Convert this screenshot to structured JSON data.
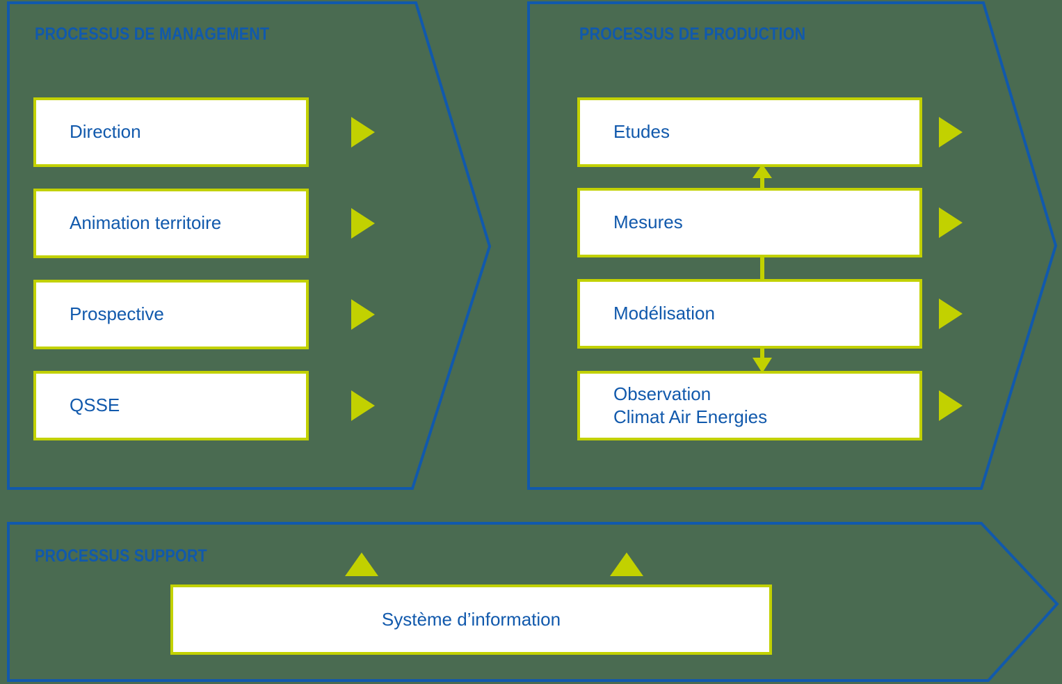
{
  "theme": {
    "background": "#4a6b51",
    "outline_blue": "#1159ac",
    "accent_green": "#c2d100",
    "box_fill": "#ffffff",
    "text_blue": "#1159ac"
  },
  "panels": {
    "management": {
      "title": "PROCESSUS DE MANAGEMENT",
      "boxes": [
        {
          "label": "Direction",
          "arrow": "triangle-right-icon"
        },
        {
          "label": "Animation territoire",
          "arrow": "triangle-right-icon"
        },
        {
          "label": "Prospective",
          "arrow": "triangle-right-icon"
        },
        {
          "label": "QSSE",
          "arrow": "triangle-right-icon"
        }
      ]
    },
    "production": {
      "title": "PROCESSUS DE PRODUCTION",
      "boxes": [
        {
          "label": "Etudes",
          "arrow": "triangle-right-icon"
        },
        {
          "label": "Mesures",
          "arrow": "triangle-right-icon"
        },
        {
          "label": "Modélisation",
          "arrow": "triangle-right-icon"
        },
        {
          "label": "Observation\nClimat Air Energies",
          "arrow": "triangle-right-icon"
        }
      ],
      "connectors": [
        {
          "from": "Mesures",
          "to": "Etudes",
          "direction": "up"
        },
        {
          "from": "Modélisation",
          "to": "Observation Climat Air Energies",
          "direction": "down"
        }
      ]
    },
    "support": {
      "title": "PROCESSUS SUPPORT",
      "boxes": [
        {
          "label": "Système d’information"
        }
      ],
      "up_arrows": [
        {
          "name": "support-arrow-left",
          "icon": "triangle-up-icon"
        },
        {
          "name": "support-arrow-right",
          "icon": "triangle-up-icon"
        }
      ]
    }
  }
}
